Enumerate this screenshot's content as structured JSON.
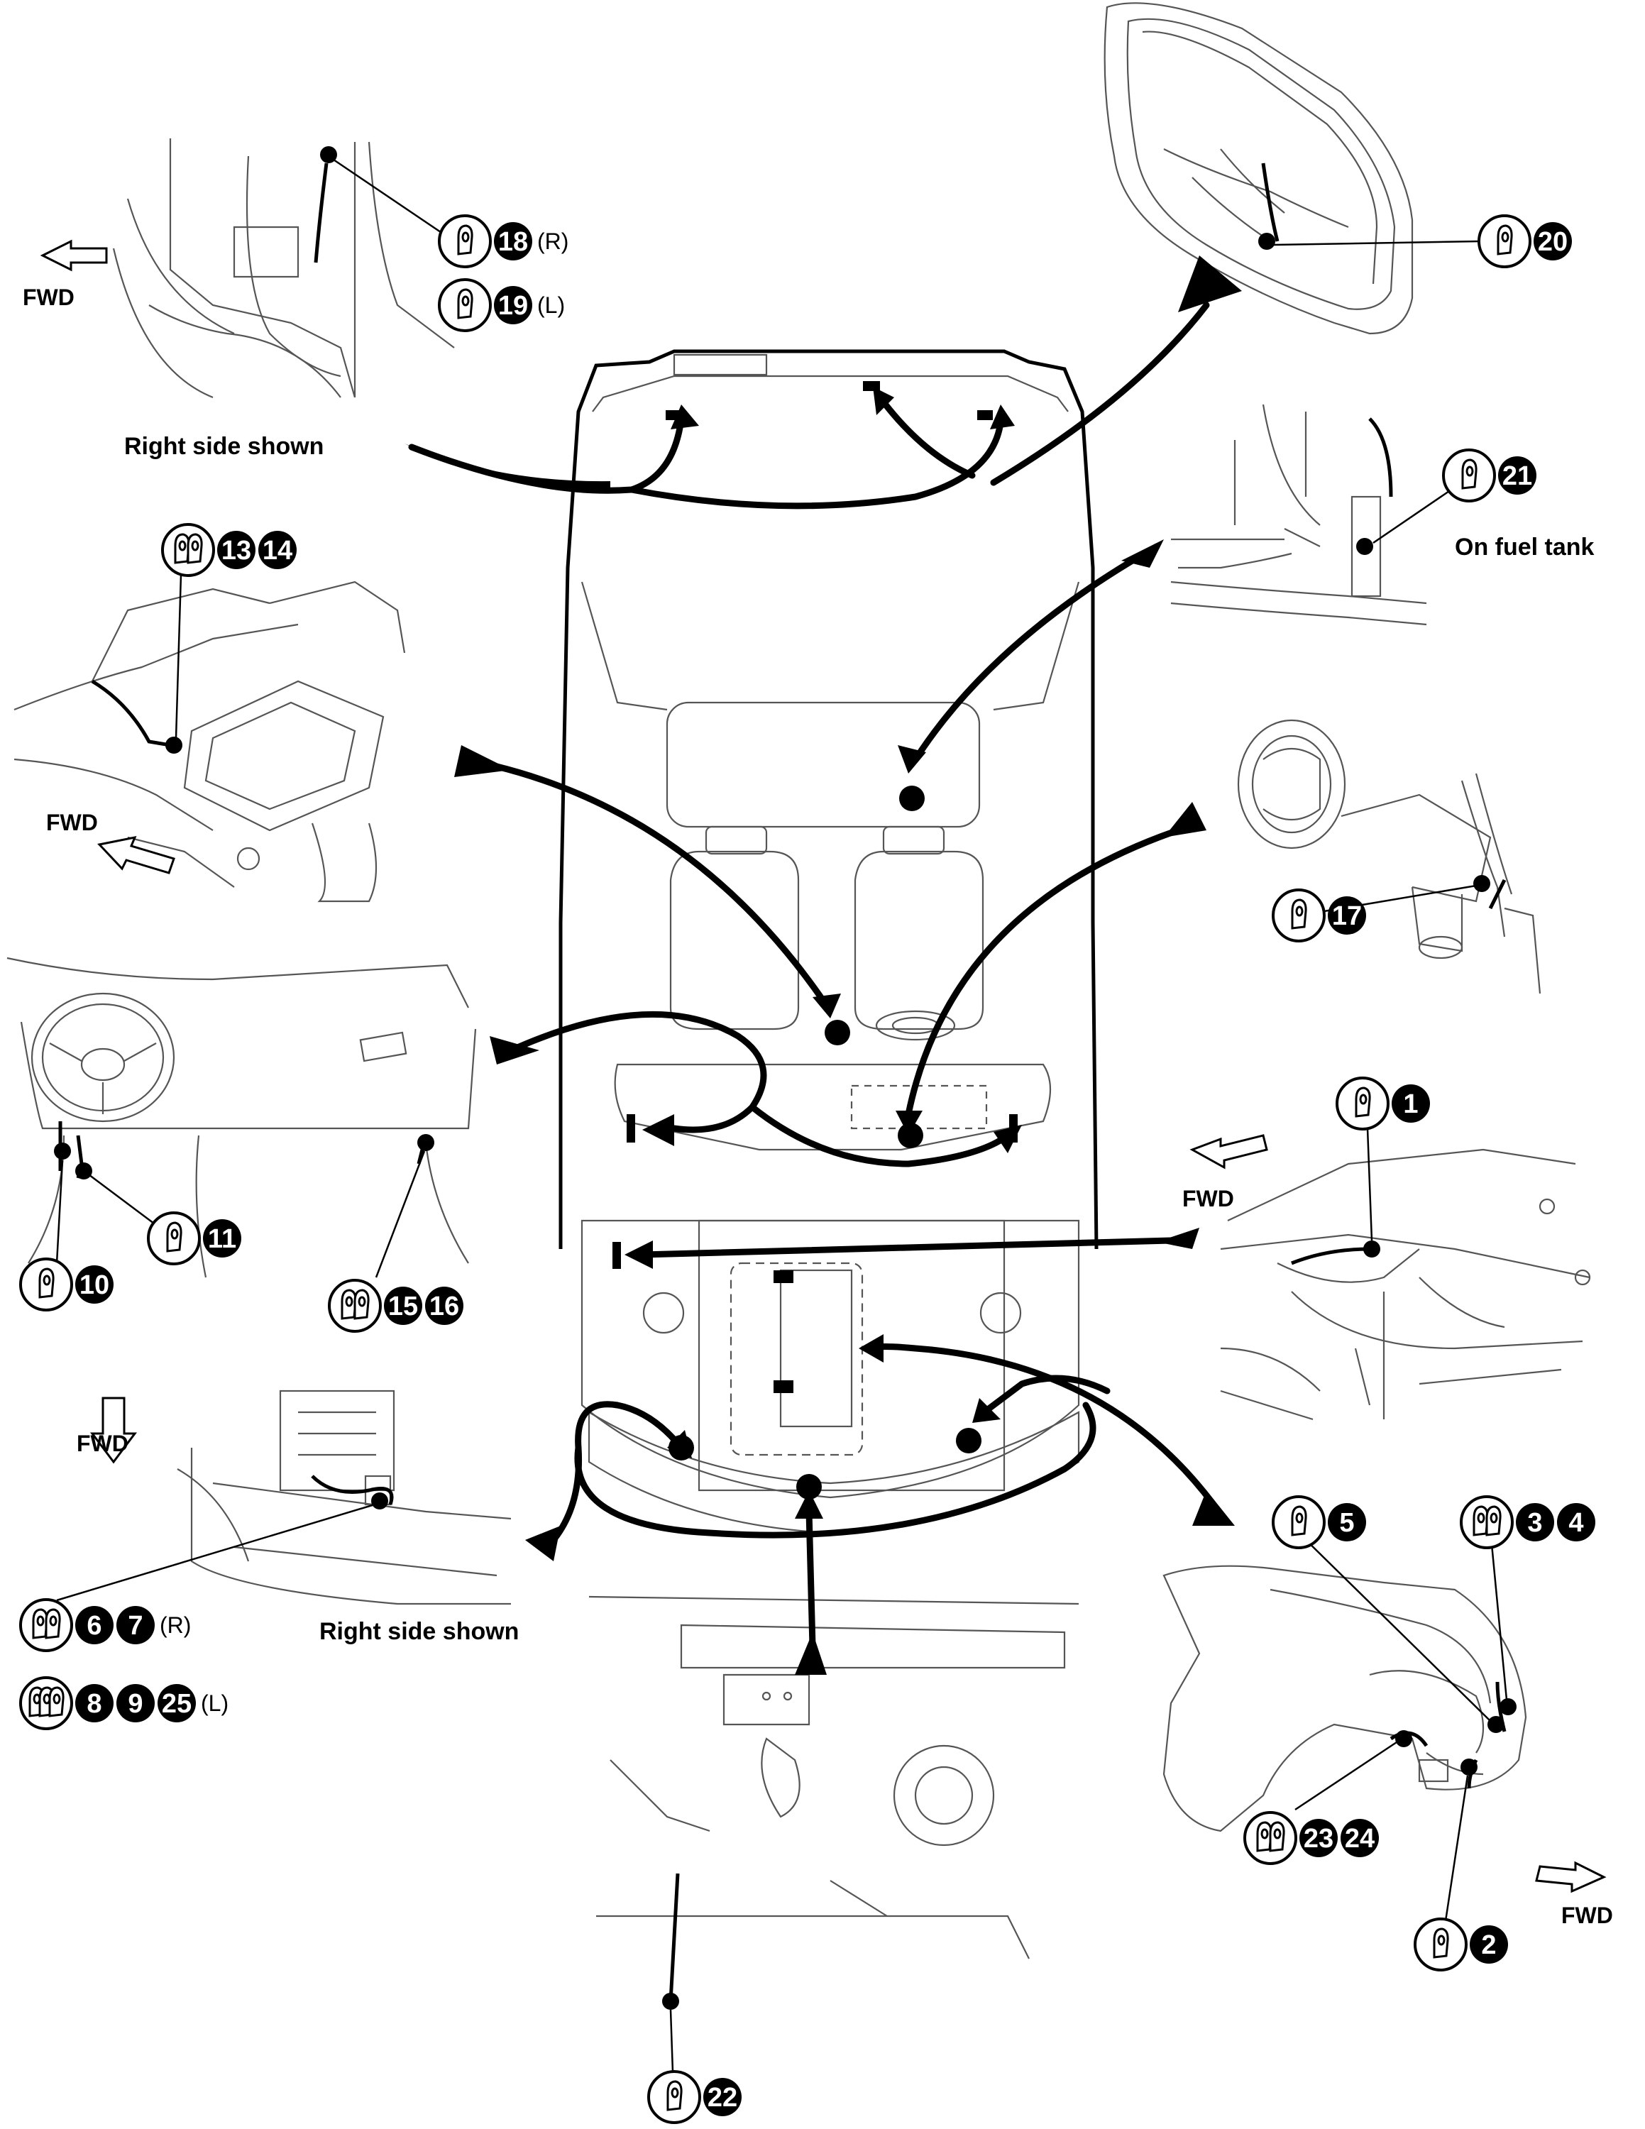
{
  "captions": {
    "right_side_top": "Right side shown",
    "right_side_bottom": "Right side shown",
    "fuel_tank": "On fuel tank",
    "fwd": "FWD"
  },
  "callouts": [
    {
      "id": "c18",
      "grommet": "single-grommet-icon",
      "numbers": [
        "18"
      ],
      "side": "(R)"
    },
    {
      "id": "c19",
      "grommet": "single-grommet-icon",
      "numbers": [
        "19"
      ],
      "side": "(L)"
    },
    {
      "id": "c20",
      "grommet": "single-grommet-icon",
      "numbers": [
        "20"
      ],
      "side": ""
    },
    {
      "id": "c21",
      "grommet": "single-grommet-icon",
      "numbers": [
        "21"
      ],
      "side": ""
    },
    {
      "id": "c1314",
      "grommet": "double-grommet-icon",
      "numbers": [
        "13",
        "14"
      ],
      "side": ""
    },
    {
      "id": "c17",
      "grommet": "single-grommet-icon",
      "numbers": [
        "17"
      ],
      "side": ""
    },
    {
      "id": "c1",
      "grommet": "single-grommet-icon",
      "numbers": [
        "1"
      ],
      "side": ""
    },
    {
      "id": "c11",
      "grommet": "single-grommet-icon",
      "numbers": [
        "11"
      ],
      "side": ""
    },
    {
      "id": "c10",
      "grommet": "single-grommet-icon",
      "numbers": [
        "10"
      ],
      "side": ""
    },
    {
      "id": "c1516",
      "grommet": "double-grommet-icon",
      "numbers": [
        "15",
        "16"
      ],
      "side": ""
    },
    {
      "id": "c5",
      "grommet": "single-grommet-icon",
      "numbers": [
        "5"
      ],
      "side": ""
    },
    {
      "id": "c34",
      "grommet": "double-grommet-icon",
      "numbers": [
        "3",
        "4"
      ],
      "side": ""
    },
    {
      "id": "c67",
      "grommet": "double-grommet-icon",
      "numbers": [
        "6",
        "7"
      ],
      "side": "(R)"
    },
    {
      "id": "c8925",
      "grommet": "triple-grommet-icon",
      "numbers": [
        "8",
        "9",
        "25"
      ],
      "side": "(L)"
    },
    {
      "id": "c2324",
      "grommet": "double-grommet-icon",
      "numbers": [
        "23",
        "24"
      ],
      "side": ""
    },
    {
      "id": "c2",
      "grommet": "single-grommet-icon",
      "numbers": [
        "2"
      ],
      "side": ""
    },
    {
      "id": "c22",
      "grommet": "single-grommet-icon",
      "numbers": [
        "22"
      ],
      "side": ""
    }
  ]
}
